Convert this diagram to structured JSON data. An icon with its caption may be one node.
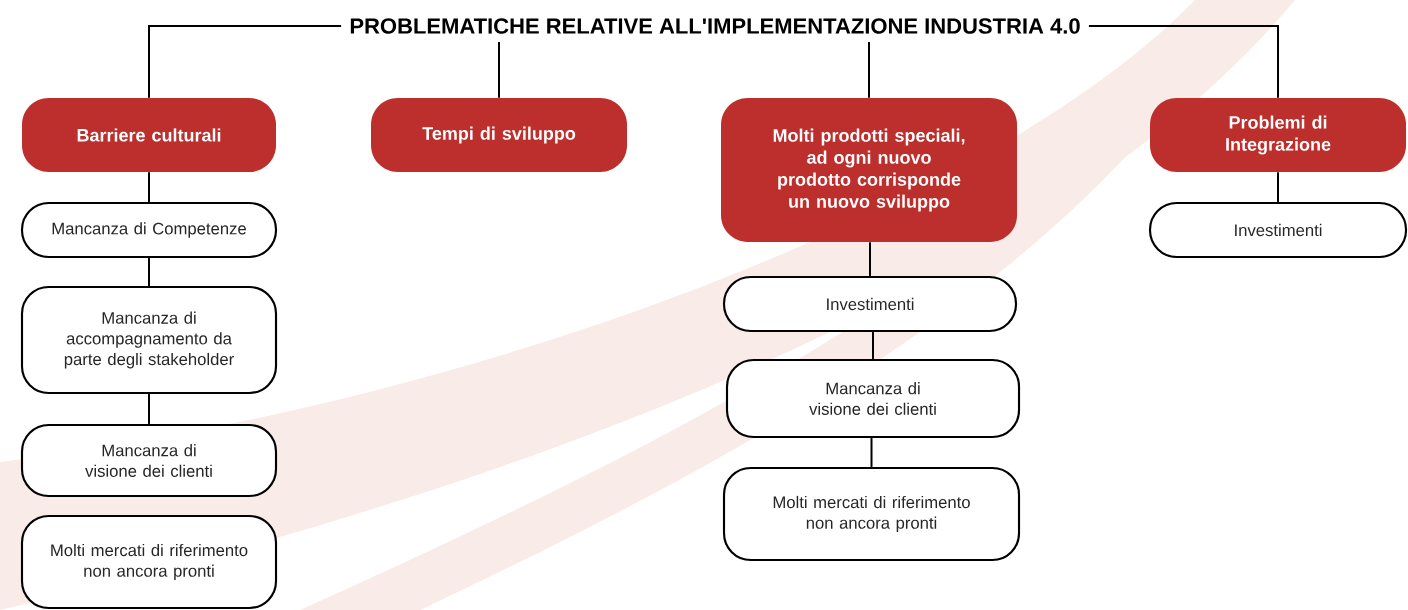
{
  "diagram": {
    "nodes": [
      {
        "text": [
          "PROBLEMATICHE RELATIVE ALL'IMPLEMENTAZIONE INDUSTRIA 4.0"
        ]
      },
      {
        "text": [
          "Barriere culturali"
        ]
      },
      {
        "text": [
          "Mancanza di Competenze"
        ]
      },
      {
        "text": [
          "Mancanza di accompagnamento da parte degli stakeholder"
        ]
      },
      {
        "text": [
          "Mancanza di visione dei clienti"
        ]
      },
      {
        "text": [
          "Molti mercati di riferimento non ancora pronti"
        ]
      },
      {
        "text": [
          "Tempi di sviluppo"
        ]
      },
      {
        "text": [
          "Molti prodotti speciali, ad ogni nuovo prodotto corrisponde un nuovo sviluppo"
        ]
      },
      {
        "text": [
          "Investimenti"
        ]
      },
      {
        "text": [
          "Mancanza di visione dei clienti"
        ]
      },
      {
        "text": [
          "Molti mercati di riferimento non ancora pronti"
        ]
      },
      {
        "text": [
          "Problemi di Integrazione"
        ]
      },
      {
        "text": [
          "Investimenti"
        ]
      }
    ],
    "edges": [
      {
        "from": 0,
        "to": 1,
        "arrow": "none"
      },
      {
        "from": 0,
        "to": 6,
        "arrow": "none"
      },
      {
        "from": 0,
        "to": 7,
        "arrow": "none"
      },
      {
        "from": 0,
        "to": 11,
        "arrow": "none"
      },
      {
        "from": 1,
        "to": 2,
        "arrow": "none"
      },
      {
        "from": 2,
        "to": 3,
        "arrow": "none"
      },
      {
        "from": 3,
        "to": 4,
        "arrow": "none"
      },
      {
        "from": 7,
        "to": 8,
        "arrow": "none"
      },
      {
        "from": 8,
        "to": 9,
        "arrow": "none"
      },
      {
        "from": 9,
        "to": 10,
        "arrow": "none"
      },
      {
        "from": 11,
        "to": 12,
        "arrow": "none"
      }
    ]
  }
}
